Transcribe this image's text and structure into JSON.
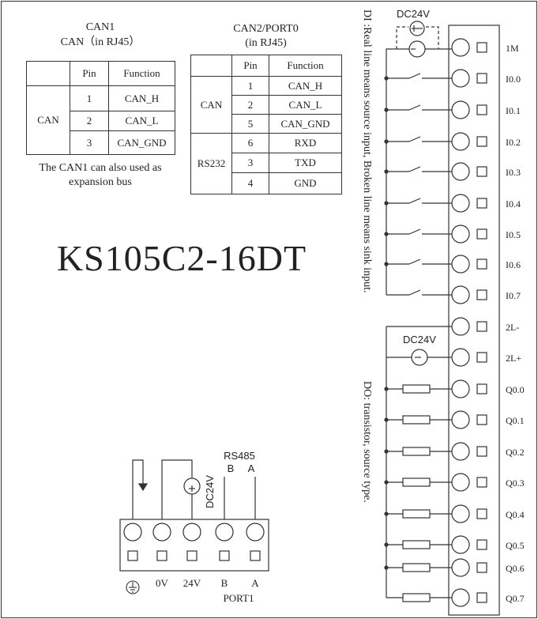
{
  "can1": {
    "title": "CAN1",
    "subtitle": "CAN（in RJ45）",
    "headers": [
      "",
      "Pin",
      "Function"
    ],
    "group": "CAN",
    "rows": [
      [
        "1",
        "CAN_H"
      ],
      [
        "2",
        "CAN_L"
      ],
      [
        "3",
        "CAN_GND"
      ]
    ],
    "note_line1": "The CAN1 can also used as",
    "note_line2": "expansion bus"
  },
  "can2": {
    "title": "CAN2/PORT0",
    "subtitle": "(in RJ45)",
    "headers": [
      "",
      "Pin",
      "Function"
    ],
    "group_can": "CAN",
    "group_rs232": "RS232",
    "rows": [
      [
        "1",
        "CAN_H"
      ],
      [
        "2",
        "CAN_L"
      ],
      [
        "5",
        "CAN_GND"
      ],
      [
        "6",
        "RXD"
      ],
      [
        "3",
        "TXD"
      ],
      [
        "4",
        "GND"
      ]
    ]
  },
  "model": "KS105C2-16DT",
  "di": {
    "note": "DI :Real line means source input,  Broken line means sink input.",
    "supply": "DC24V"
  },
  "do": {
    "note": "DO: transistor, source type.",
    "supply": "DC24V"
  },
  "terminals": [
    "1M",
    "I0.0",
    "I0.1",
    "I0.2",
    "I0.3",
    "I0.4",
    "I0.5",
    "I0.6",
    "I0.7",
    "2L-",
    "2L+",
    "Q0.0",
    "Q0.1",
    "Q0.2",
    "Q0.3",
    "Q0.4",
    "Q0.5",
    "Q0.6",
    "Q0.7"
  ],
  "port1": {
    "rs485": "RS485",
    "rs485_b": "B",
    "rs485_a": "A",
    "supply": "DC24V",
    "labels": [
      "0V",
      "24V",
      "B",
      "A"
    ],
    "name": "PORT1"
  }
}
